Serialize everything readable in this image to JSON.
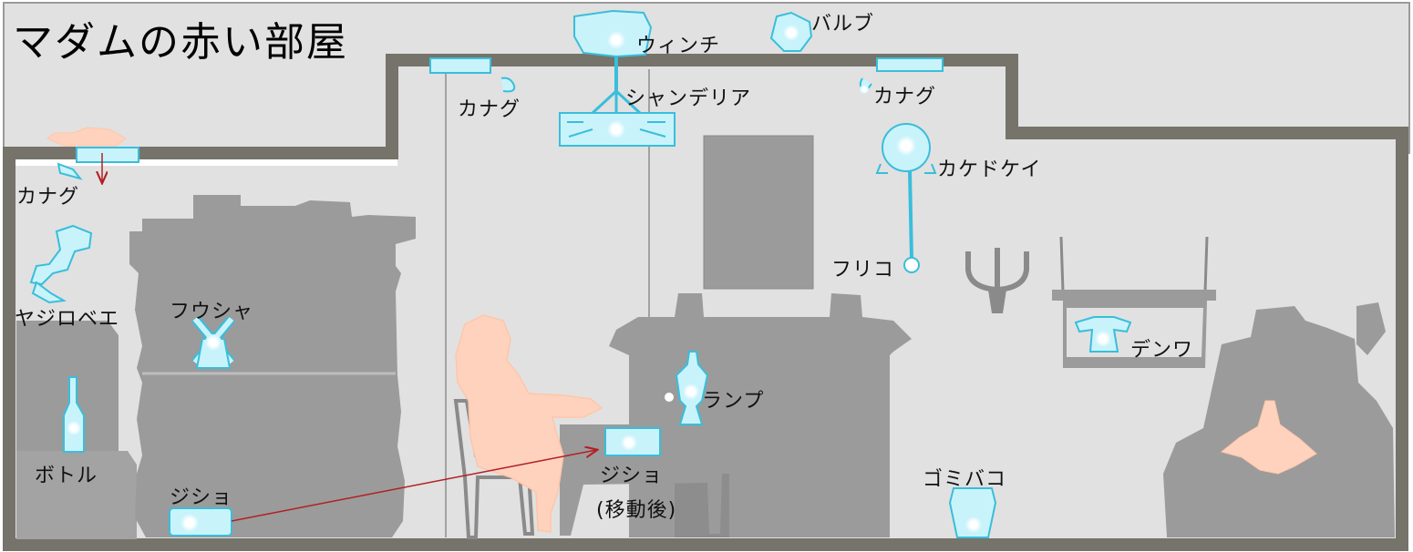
{
  "title": "マダムの赤い部屋",
  "labels": {
    "winch": "ウィンチ",
    "bulb": "バルブ",
    "kanagu": "カナグ",
    "chandelier": "シャンデリア",
    "clock": "カケドケイ",
    "pendulum": "フリコ",
    "yajirobe": "ヤジロベエ",
    "windmill": "フウシャ",
    "bottle": "ボトル",
    "dict": "ジショ",
    "dict_moved": "ジショ",
    "dict_moved_note": "(移動後)",
    "lamp": "ランプ",
    "trash": "ゴミバコ",
    "phone": "デンワ"
  },
  "colors": {
    "wall_fill": "#e1e1e1",
    "wall_stroke": "#75736a",
    "furniture": "#9b9b9b",
    "ghost_object": "#c9f3fb",
    "ghost_outline": "#39bedb",
    "ghost_core": "#ffffff",
    "character": "#ffd2be",
    "arrow": "#b21f23"
  }
}
